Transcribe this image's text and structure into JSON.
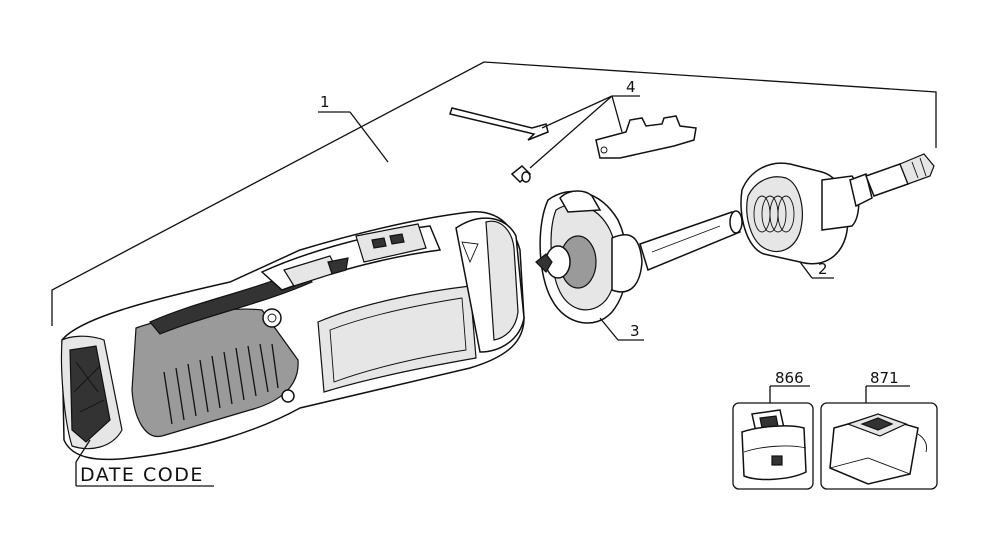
{
  "callouts": {
    "item_1": "1",
    "item_2": "2",
    "item_3": "3",
    "item_4": "4",
    "item_866": "866",
    "item_871": "871"
  },
  "date_code": "DATE CODE",
  "colors": {
    "line": "#111111",
    "shade_dark": "#333333",
    "shade_mid": "#9a9a9a",
    "background": "#ffffff"
  }
}
